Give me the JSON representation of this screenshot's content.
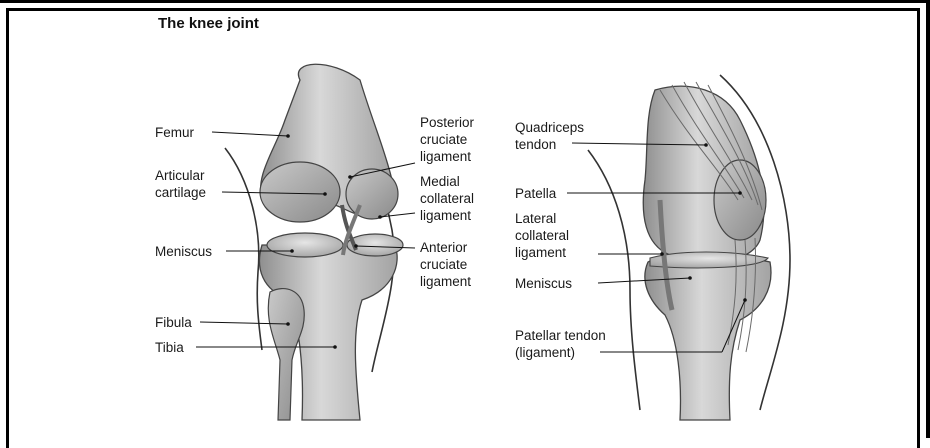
{
  "title": "The knee joint",
  "front_view": {
    "labels": {
      "femur": "Femur",
      "articular_cartilage_1": "Articular",
      "articular_cartilage_2": "cartilage",
      "meniscus": "Meniscus",
      "fibula": "Fibula",
      "tibia": "Tibia",
      "pcl_1": "Posterior",
      "pcl_2": "cruciate",
      "pcl_3": "ligament",
      "mcl_1": "Medial",
      "mcl_2": "collateral",
      "mcl_3": "ligament",
      "acl_1": "Anterior",
      "acl_2": "cruciate",
      "acl_3": "ligament"
    }
  },
  "side_view": {
    "labels": {
      "quad_1": "Quadriceps",
      "quad_2": "tendon",
      "patella": "Patella",
      "lcl_1": "Lateral",
      "lcl_2": "collateral",
      "lcl_3": "ligament",
      "meniscus": "Meniscus",
      "pat_tendon_1": "Patellar tendon",
      "pat_tendon_2": "(ligament)"
    }
  }
}
